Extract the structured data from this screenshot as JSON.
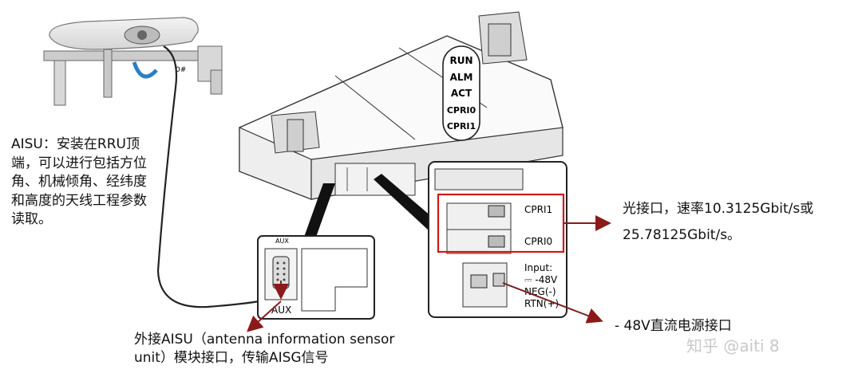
{
  "callout_aisu": "AISU：安装在RRU顶端，可以进行包括方位角、机械倾角、经纬度和高度的天线工程参数读取。",
  "callout_optical_line1": "光接口，速率10.3125Gbit/s或",
  "callout_optical_line2": "25.78125Gbit/s。",
  "callout_power": "- 48V直流电源接口",
  "callout_aux_line1": "外接AISU（antenna information sensor",
  "callout_aux_line2": "unit）模块接口，传输AISG信号",
  "watermark": "知乎 @aiti 8",
  "indicators": [
    "RUN",
    "ALM",
    "ACT",
    "CPRI0",
    "CPRI1"
  ],
  "aux_inset": {
    "top_label": "AUX",
    "bottom_label": "AUX"
  },
  "ports_inset": {
    "cpri1_label": "CPRI1",
    "cpri0_label": "CPRI0",
    "input_label": "Input:",
    "voltage_label": "⎓ -48V",
    "neg_label": "NEG(-)",
    "rtn_label": "RTN(+)"
  },
  "cable_tag": "0#",
  "colors": {
    "arrow": "#8b1a1a",
    "highlight": "#d01818",
    "lead_arrow": "#7a1e1e"
  }
}
